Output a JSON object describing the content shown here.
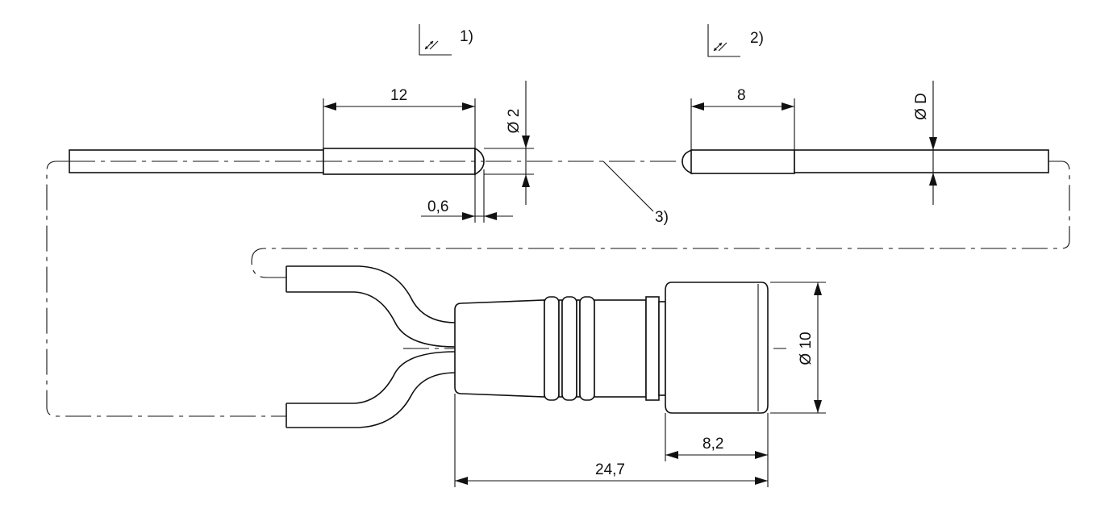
{
  "drawing": {
    "notes": {
      "note1": "1)",
      "note2": "2)",
      "note3": "3)"
    },
    "dimensions": {
      "left_tip_length": "12",
      "left_tip_diameter": "Ø 2",
      "left_tip_offset": "0,6",
      "right_tip_length": "8",
      "right_tip_diameter": "Ø D",
      "connector_diameter": "Ø 10",
      "nut_length": "8,2",
      "overall_length": "24,7"
    },
    "icons": {
      "note1": "parallel-mark-icon",
      "note2": "parallel-mark-icon"
    }
  }
}
